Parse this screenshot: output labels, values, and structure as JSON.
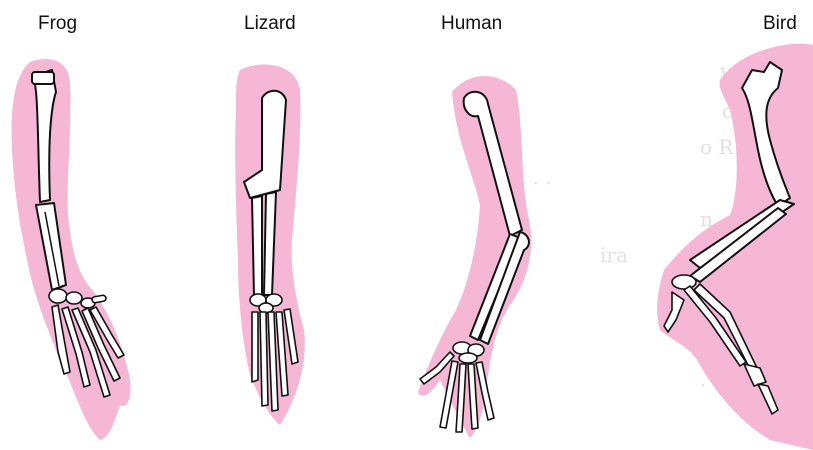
{
  "limbs": [
    {
      "label": "Frog"
    },
    {
      "label": "Lizard"
    },
    {
      "label": "Human"
    },
    {
      "label": "Bird"
    }
  ],
  "colors": {
    "flesh": "#f5b7d4",
    "bone_outline": "#111111",
    "bone_fill": "#ffffff",
    "background": "#ffffff"
  }
}
